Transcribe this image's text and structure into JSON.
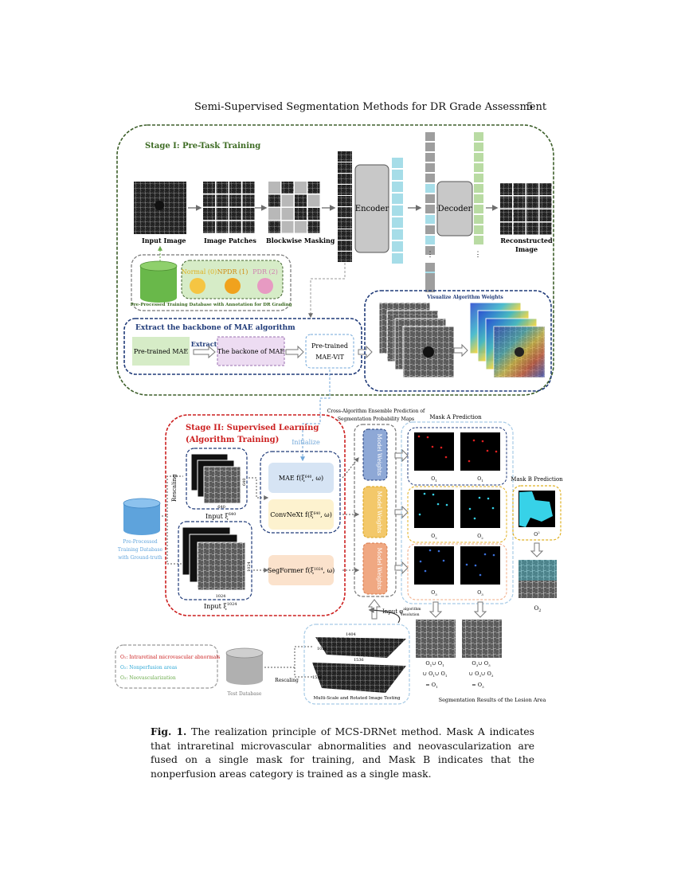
{
  "header": {
    "title": "Semi-Supervised Segmentation Methods for DR Grade Assessment",
    "page_number": "5"
  },
  "stage1": {
    "title": "Stage I: Pre-Task Training",
    "input_image": "Input Image",
    "image_patches": "Image Patches",
    "blockwise_masking": "Blockwise Masking",
    "encoder": "Encoder",
    "decoder": "Decoder",
    "reconstructed_1": "Reconstructed",
    "reconstructed_2": "Image",
    "ellipsis": "⋮",
    "grade_normal": "Normal (0)",
    "grade_npdr": "NPDR (1)",
    "grade_pdr": "PDR (2)",
    "database_caption": "Pre-Processed Training Database with Annotation for DR Grading",
    "visualize": "Visualize Algorithm Weights"
  },
  "backbone": {
    "title": "Extract the backbone of MAE algorithm",
    "pretrained_mae": "Pre-trained MAE",
    "extract": "Extract",
    "backbone_of_mae": "The backone of MAE",
    "pretrained_1": "Pre-trained",
    "pretrained_2": "MAE-ViT"
  },
  "stage2": {
    "title_1": "Stage II: Supervised Learning",
    "title_2": "(Algorithm Training)",
    "initialize": "Initialize",
    "rescaling": "Rescaling",
    "size_640": "640",
    "size_1024": "1024",
    "input_640": "Input ξ",
    "input_640_sup": "640",
    "input_1024": "Input ξ",
    "input_1024_sup": "1024",
    "mae_label": "MAE  f(ξ",
    "mae_sup": "640",
    "mae_tail": ", ω)",
    "convnext_label": "ConvNeXt  f(ξ",
    "convnext_sup": "640",
    "convnext_tail": ", ω)",
    "segformer_label": "SegFormer  f(ξ",
    "segformer_sup": "1024",
    "segformer_tail": ", ω)",
    "model_weights": "Model Weights",
    "ensemble_1": "Cross-Algorithm Ensemble Prediction of",
    "ensemble_2": "Segmentation Probability Maps",
    "input_phi": "Input φ",
    "phi_sup": "algorithm",
    "phi_sub": "resolution",
    "db_1": "Pre-Processed",
    "db_2": "Training Database",
    "db_3": "with Ground-truth",
    "mask_a": "Mask A Prediction",
    "mask_b": "Mask B Prediction",
    "o1_label": "O",
    "o3_label": "O",
    "o2_label": "O",
    "o2_bottom": "O",
    "union": "∪",
    "eq1_a": "O",
    "eq1_b": "∪ O",
    "eq1_c": "∪ O",
    "eq1_d": "∪ O",
    "eq1_e": "= O",
    "eq1_sub": "1",
    "eq3_sub": "3",
    "eq2_sub": "2",
    "legend_o1": "O₁: Intraretinal microvascular abnormals",
    "legend_o2": "O₂: Nonperfusion areas",
    "legend_o3": "O₃: Neovascularization",
    "test_db": "Test Database",
    "rescaling_test": "Rescaling",
    "ms_1404": "1404",
    "ms_1024": "1024",
    "ms_1536a": "1536",
    "ms_1536b": "1536",
    "multiscale": "Multi-Scale and Rotated Image Testing",
    "seg_results": "Segmentation Results of the Lesion Area"
  },
  "caption": {
    "label": "Fig. 1.",
    "text": " The realization principle of MCS-DRNet method. Mask A indicates that intraretinal microvascular abnormalities and neovascularization are fused on a single mask for training, and Mask B indicates that the nonperfusion areas category is trained as a single mask."
  },
  "colors": {
    "stage1_border": "#3d5f2a",
    "backbone_border": "#1f3a78",
    "stage2_border": "#cc1f1f",
    "blue_bar": "#a6dde8",
    "green_bar": "#b9dba3",
    "gray_bar": "#9e9e9e",
    "normal": "#f5c542",
    "npdr": "#f0a21d",
    "pdr": "#e79ac2",
    "mae_box": "#d6e4f4",
    "convnext_box": "#fdf2cf",
    "segformer_box": "#fbe2cc",
    "mw_blue": "#8ea8d6",
    "mw_yellow": "#f3c86a",
    "mw_orange": "#f0a882"
  }
}
